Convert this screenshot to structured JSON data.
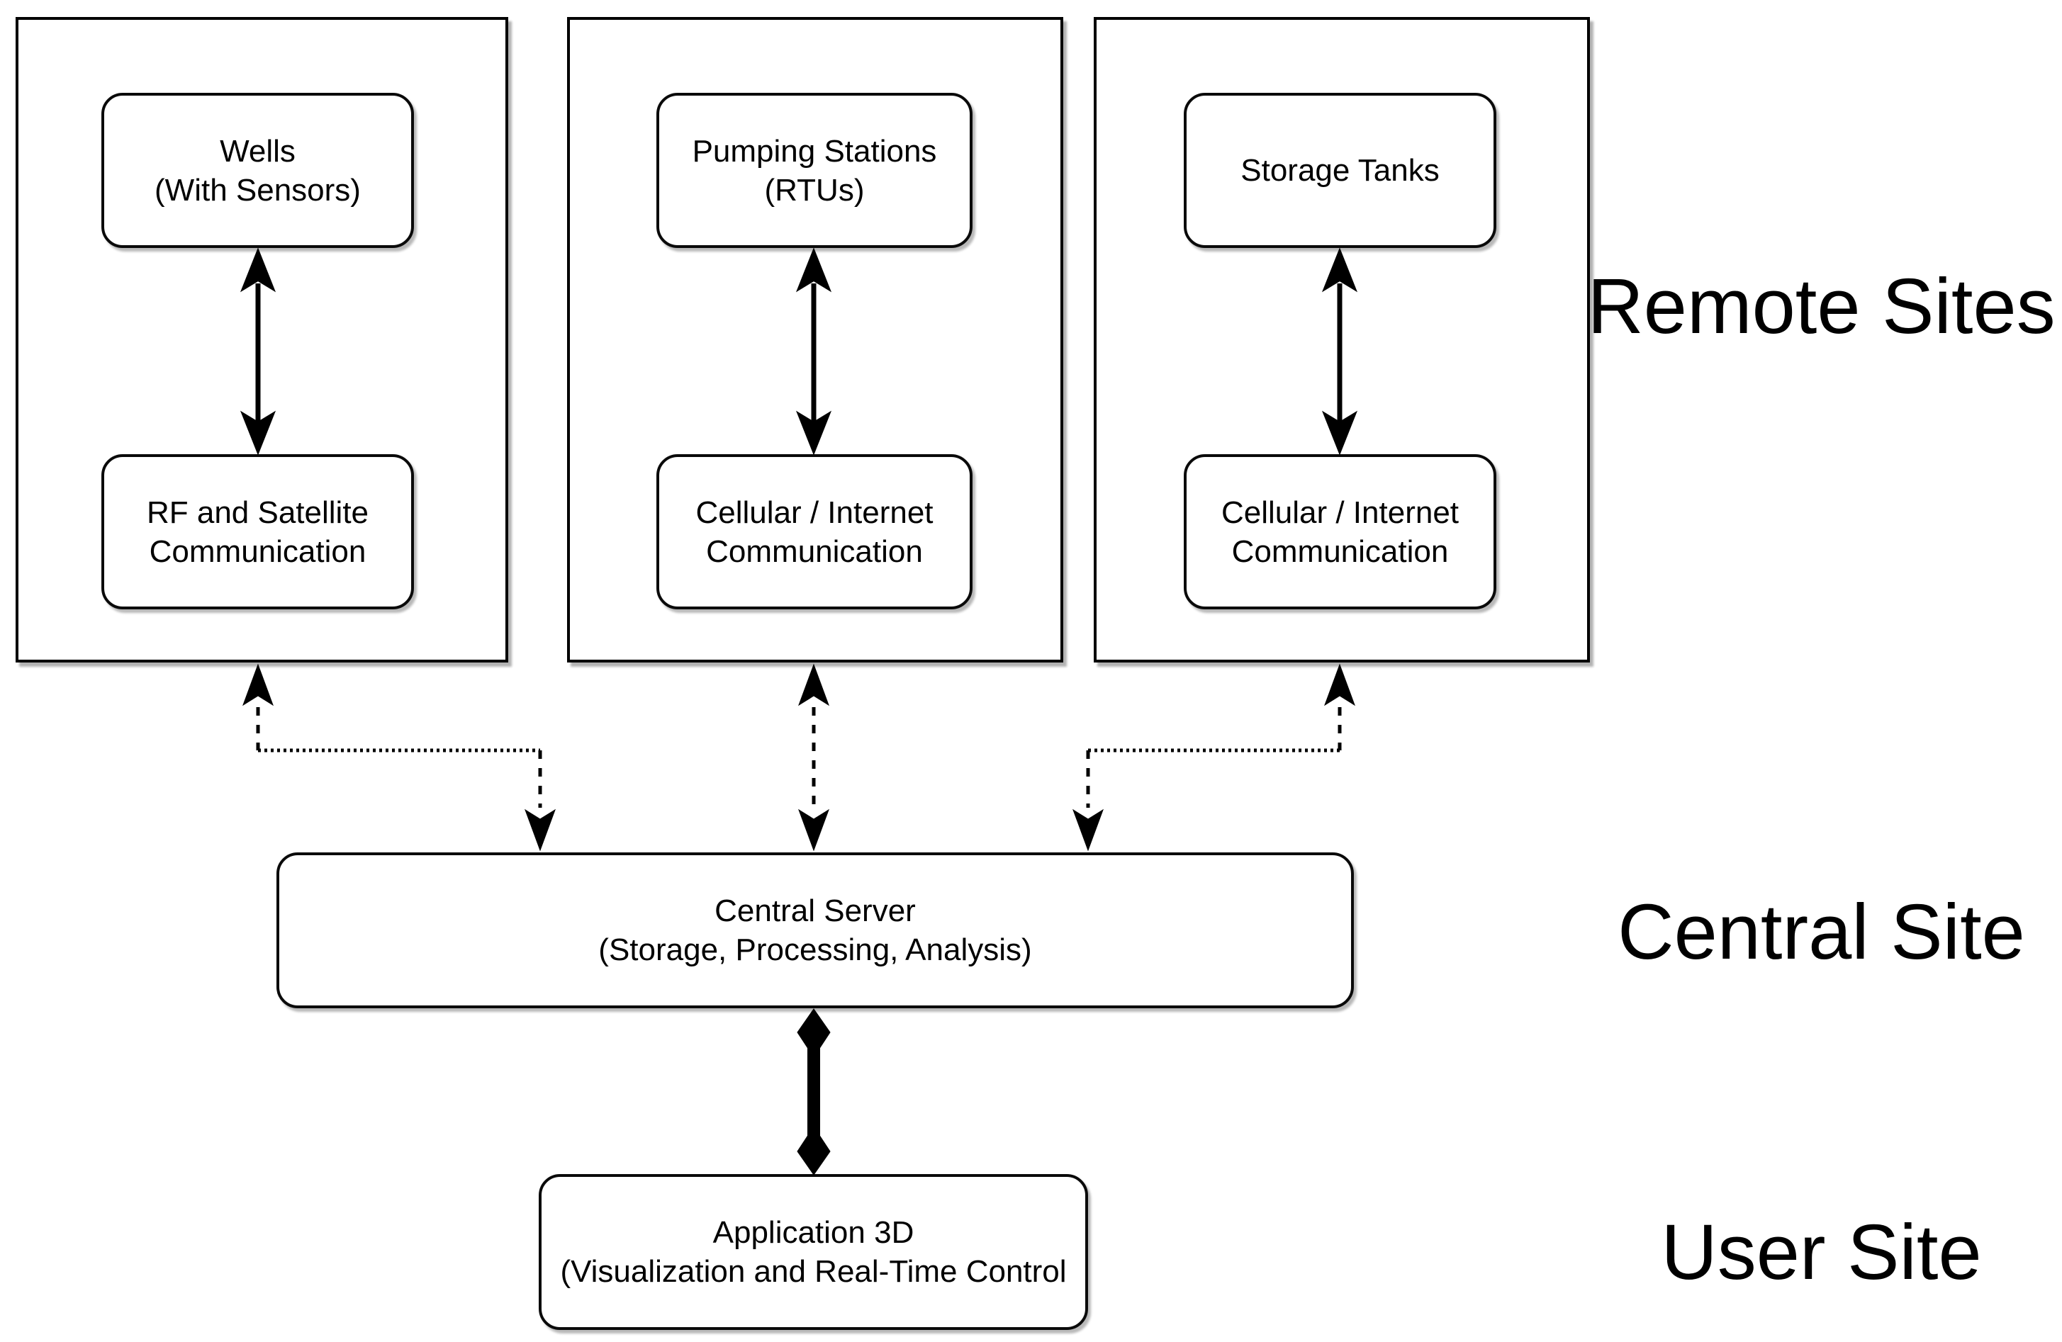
{
  "colors": {
    "stroke": "#000000",
    "text": "#000000",
    "background": "#ffffff"
  },
  "regions": {
    "remote_sites": {
      "label": "Remote Sites",
      "sites": [
        {
          "device": {
            "line1": "Wells",
            "line2": "(With Sensors)"
          },
          "comm": {
            "line1": "RF and Satellite",
            "line2": "Communication"
          }
        },
        {
          "device": {
            "line1": "Pumping Stations",
            "line2": "(RTUs)"
          },
          "comm": {
            "line1": "Cellular / Internet",
            "line2": "Communication"
          }
        },
        {
          "device": {
            "line1": "Storage Tanks"
          },
          "comm": {
            "line1": "Cellular / Internet",
            "line2": "Communication"
          }
        }
      ]
    },
    "central_site": {
      "label": "Central Site",
      "server": {
        "line1": "Central Server",
        "line2": "(Storage, Processing, Analysis)"
      }
    },
    "user_site": {
      "label": "User Site",
      "application": {
        "line1": "Application 3D",
        "line2": "(Visualization and Real-Time Control"
      }
    }
  }
}
